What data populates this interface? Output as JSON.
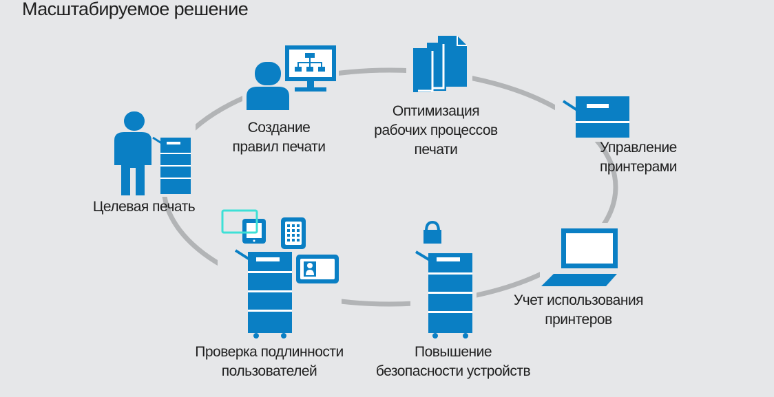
{
  "title": "Масштабируемое решение",
  "colors": {
    "background": "#e6e7e9",
    "icon_blue": "#0a7fc4",
    "ring_gray": "#b2b4b6",
    "accent_cyan": "#3ee0d6",
    "text": "#1f1f1f"
  },
  "nodes": [
    {
      "id": "rules",
      "label": "Создание\nправил печати",
      "icon": "user-at-monitor-icon"
    },
    {
      "id": "workflow",
      "label": "Оптимизация\nрабочих процессов\nпечати",
      "icon": "documents-stack-icon"
    },
    {
      "id": "printer-mgmt",
      "label": "Управление принтерами",
      "icon": "printer-icon"
    },
    {
      "id": "usage",
      "label": "Учет использования\nпринтеров",
      "icon": "laptop-icon"
    },
    {
      "id": "security",
      "label": "Повышение\nбезопасности устройств",
      "icon": "secured-printer-icon"
    },
    {
      "id": "auth",
      "label": "Проверка подлинности\nпользователей",
      "icon": "auth-printer-icon"
    },
    {
      "id": "targeted",
      "label": "Целевая печать",
      "icon": "user-with-printer-icon"
    }
  ]
}
